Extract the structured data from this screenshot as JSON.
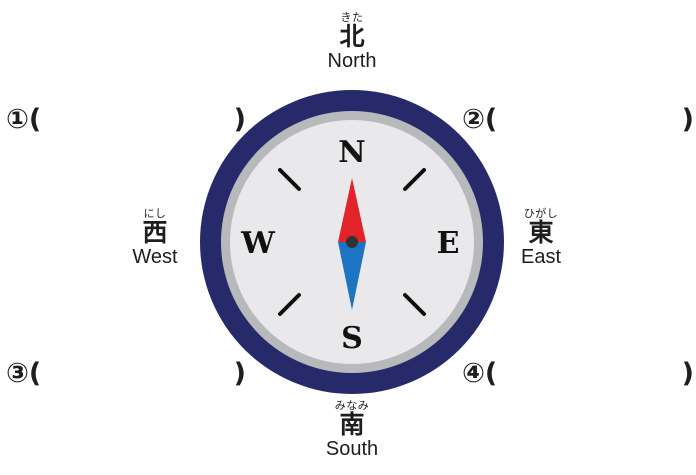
{
  "directions": {
    "north": {
      "furigana": "きた",
      "kanji": "北",
      "english": "North"
    },
    "west": {
      "furigana": "にし",
      "kanji": "西",
      "english": "West"
    },
    "east": {
      "furigana": "ひがし",
      "kanji": "東",
      "english": "East"
    },
    "south": {
      "furigana": "みなみ",
      "kanji": "南",
      "english": "South"
    }
  },
  "compass_points": {
    "n": "N",
    "s": "S",
    "e": "E",
    "w": "W"
  },
  "blanks": [
    {
      "number": "①(",
      "close": ")"
    },
    {
      "number": "②(",
      "close": ")"
    },
    {
      "number": "③(",
      "close": ")"
    },
    {
      "number": "④(",
      "close": ")"
    }
  ],
  "colors": {
    "ring": "#262a6b",
    "ring_inner": "#b8b9bb",
    "face": "#e9e9eb",
    "needle_north": "#e2242a",
    "needle_south": "#1f74c2",
    "ticks": "#111111"
  }
}
